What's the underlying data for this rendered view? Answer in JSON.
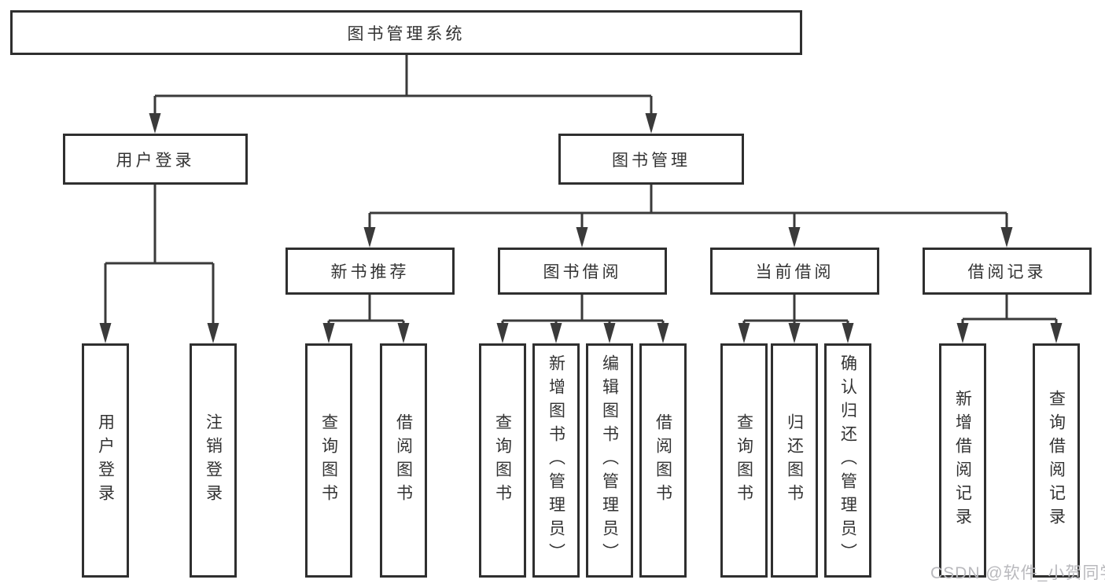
{
  "tree": {
    "root": {
      "label": "图书管理系统"
    },
    "children": [
      {
        "label": "用户登录",
        "children": [
          {
            "label": "用户登录"
          },
          {
            "label": "注销登录"
          }
        ]
      },
      {
        "label": "图书管理",
        "children": [
          {
            "label": "新书推荐",
            "children": [
              {
                "label": "查询图书"
              },
              {
                "label": "借阅图书"
              }
            ]
          },
          {
            "label": "图书借阅",
            "children": [
              {
                "label": "查询图书"
              },
              {
                "label": "新增图书（管理员）"
              },
              {
                "label": "编辑图书（管理员）"
              },
              {
                "label": "借阅图书"
              }
            ]
          },
          {
            "label": "当前借阅",
            "children": [
              {
                "label": "查询图书"
              },
              {
                "label": "归还图书"
              },
              {
                "label": "确认归还（管理员）"
              }
            ]
          },
          {
            "label": "借阅记录",
            "children": [
              {
                "label": "新增借阅记录"
              },
              {
                "label": "查询借阅记录"
              }
            ]
          }
        ]
      }
    ]
  },
  "watermark": {
    "text": "CSDN @软件_小贺同学"
  },
  "colors": {
    "line": "#3a3a3a",
    "box_border": "#2f2f2f",
    "box_fill": "#ffffff",
    "text": "#333333",
    "watermark": "#b9b9bd",
    "background": "#ffffff"
  }
}
